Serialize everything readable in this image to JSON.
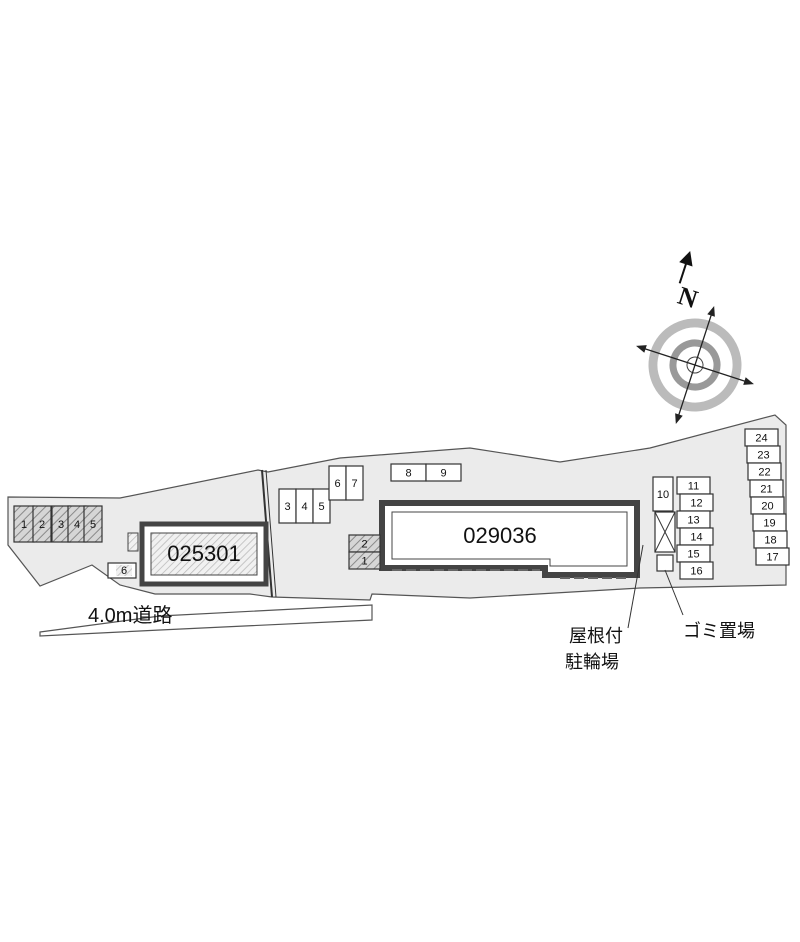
{
  "buildings": {
    "west": "025301",
    "east": "029036"
  },
  "road_label": "4.0m道路",
  "legend": {
    "bike_line1": "屋根付",
    "bike_line2": "駐輪場",
    "trash": "ゴミ置場"
  },
  "compass": {
    "north_letter": "N"
  },
  "parking": {
    "west_lot": [
      "1",
      "2",
      "3",
      "4",
      "5"
    ],
    "west_small": "6",
    "middle_row": [
      "3",
      "4",
      "5"
    ],
    "middle_pair": [
      "6",
      "7"
    ],
    "top_pair": [
      "8",
      "9"
    ],
    "east_building_slots": [
      "2",
      "1"
    ],
    "center_column": [
      "10",
      "11",
      "12",
      "13",
      "14",
      "15",
      "16"
    ],
    "right_column": [
      "24",
      "23",
      "22",
      "21",
      "20",
      "19",
      "18",
      "17"
    ]
  },
  "colors": {
    "ground": "#ebebeb",
    "building_outline": "#444444",
    "building_fill": "#ffffff"
  }
}
